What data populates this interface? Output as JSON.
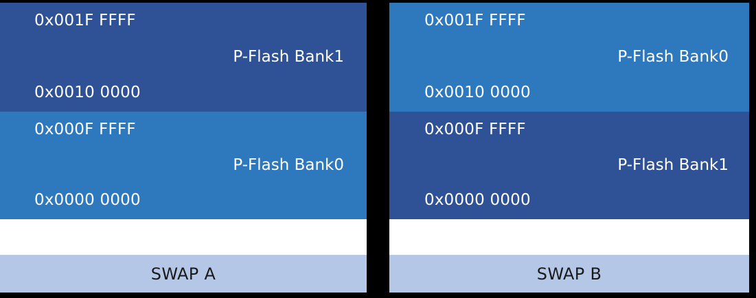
{
  "colors": {
    "bank_dark": "#2F5196",
    "bank_light": "#2E78BE",
    "swap_bar": "#B4C7E7",
    "gap": "#FFFFFF",
    "background": "#000000",
    "address_text": "#FFFFFF",
    "swap_text": "#1A1A1A"
  },
  "panels": [
    {
      "id": "swap-a",
      "caption": "SWAP A",
      "blocks": [
        {
          "position": "upper",
          "bank_label": "P-Flash Bank1",
          "addr_top": "0x001F FFFF",
          "addr_bottom": "0x0010 0000",
          "fill": "#2F5196"
        },
        {
          "position": "lower",
          "bank_label": "P-Flash Bank0",
          "addr_top": "0x000F FFFF",
          "addr_bottom": "0x0000 0000",
          "fill": "#2E78BE"
        }
      ]
    },
    {
      "id": "swap-b",
      "caption": "SWAP B",
      "blocks": [
        {
          "position": "upper",
          "bank_label": "P-Flash Bank0",
          "addr_top": "0x001F FFFF",
          "addr_bottom": "0x0010 0000",
          "fill": "#2E78BE"
        },
        {
          "position": "lower",
          "bank_label": "P-Flash Bank1",
          "addr_top": "0x000F FFFF",
          "addr_bottom": "0x0000 0000",
          "fill": "#2F5196"
        }
      ]
    }
  ]
}
